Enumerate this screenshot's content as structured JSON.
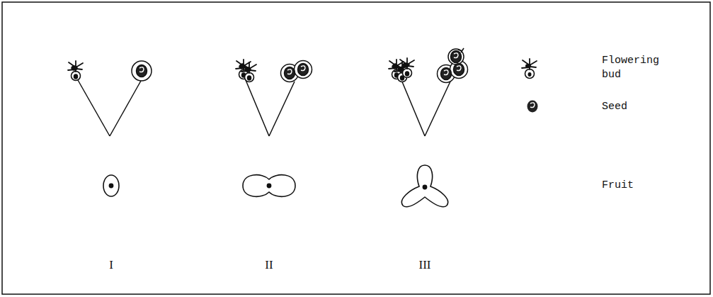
{
  "diagram": {
    "labels": [
      "I",
      "II",
      "III"
    ],
    "legend": [
      {
        "text": "Flowering bud"
      },
      {
        "text": "Seed"
      },
      {
        "text": "Fruit"
      }
    ]
  }
}
